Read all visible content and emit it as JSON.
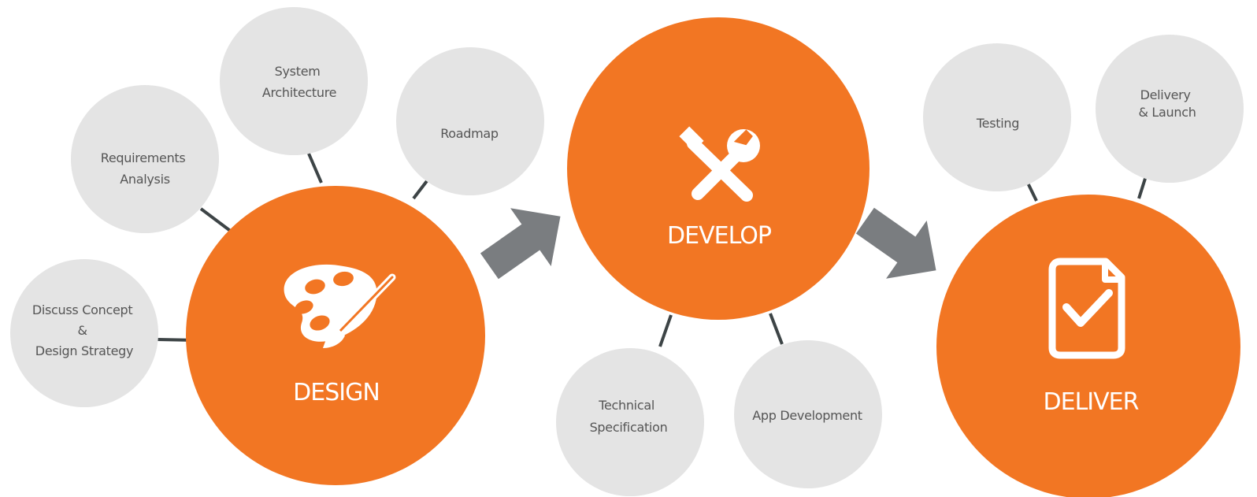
{
  "colors": {
    "accent": "#F27623",
    "node": "#E4E4E4",
    "connector": "#3D4446",
    "arrow": "#7A7D80",
    "node_text": "#555555",
    "main_text": "#FFFFFF"
  },
  "stages": {
    "design": {
      "label": "DESIGN",
      "icon": "palette-icon",
      "steps": [
        {
          "lines": [
            "Discuss Concept",
            "&",
            "Design Strategy"
          ]
        },
        {
          "lines": [
            "Requirements",
            "Analysis"
          ]
        },
        {
          "lines": [
            "System",
            "Architecture"
          ]
        },
        {
          "lines": [
            "Roadmap"
          ]
        }
      ]
    },
    "develop": {
      "label": "DEVELOP",
      "icon": "tools-icon",
      "steps": [
        {
          "lines": [
            "Technical",
            "Specification"
          ]
        },
        {
          "lines": [
            "App Development"
          ]
        }
      ]
    },
    "deliver": {
      "label": "DELIVER",
      "icon": "document-check-icon",
      "steps": [
        {
          "lines": [
            "Testing"
          ]
        },
        {
          "lines": [
            "Delivery",
            "& Launch"
          ]
        }
      ]
    }
  }
}
